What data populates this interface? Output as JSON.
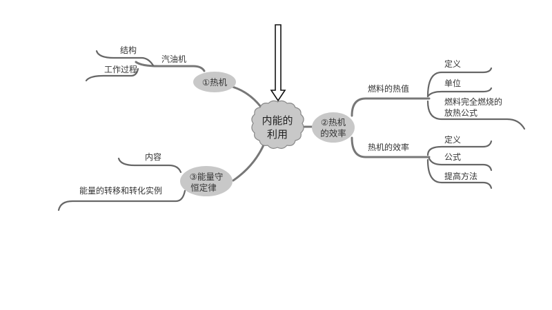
{
  "center": {
    "line1": "内能的",
    "line2": "利用"
  },
  "branches": {
    "heat_engine": {
      "label": "①热机",
      "child": "汽油机",
      "leaves": [
        "结构",
        "工作过程"
      ]
    },
    "efficiency": {
      "line1": "②热机",
      "line2": "的效率",
      "fuel_value": {
        "label": "燃料的热值",
        "leaves": [
          "定义",
          "单位"
        ],
        "formula_line1": "燃料完全燃烧的",
        "formula_line2": "放热公式"
      },
      "engine_eff": {
        "label": "热机的效率",
        "leaves": [
          "定义",
          "公式",
          "提高方法"
        ]
      }
    },
    "conservation": {
      "line1": "③能量守",
      "line2": "恒定律",
      "leaves": [
        "内容",
        "能量的转移和转化实例"
      ]
    }
  },
  "colors": {
    "node_fill": "#c8c8c8",
    "branch": "#777777"
  }
}
